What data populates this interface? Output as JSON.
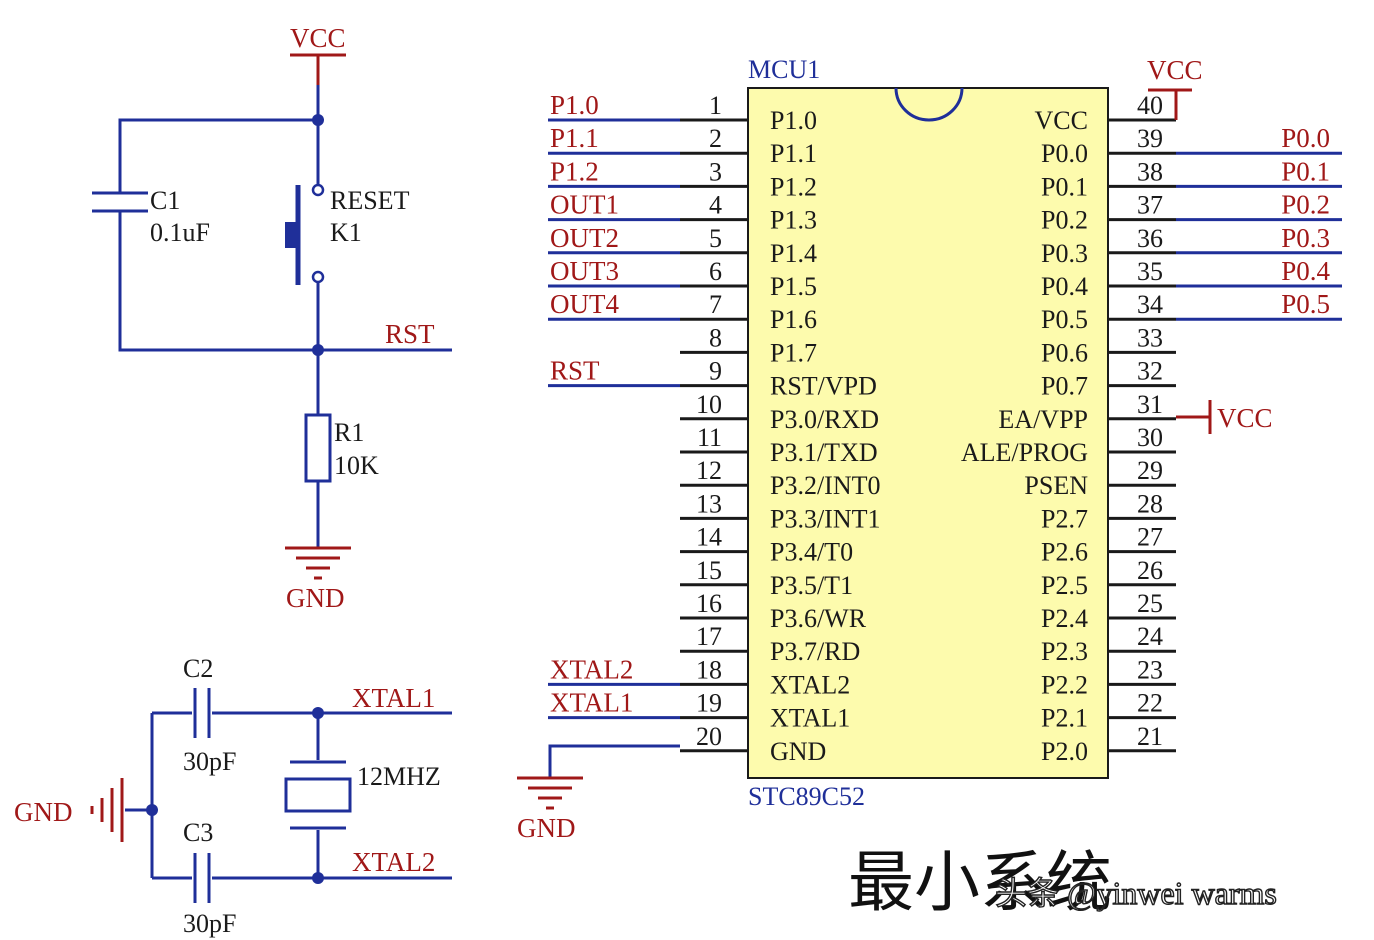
{
  "reset_circuit": {
    "vcc": "VCC",
    "c1_ref": "C1",
    "c1_value": "0.1uF",
    "k1_name": "RESET",
    "k1_ref": "K1",
    "rst_net": "RST",
    "r1_ref": "R1",
    "r1_value": "10K",
    "gnd": "GND"
  },
  "clock_circuit": {
    "c2_ref": "C2",
    "c2_value": "30pF",
    "c3_ref": "C3",
    "c3_value": "30pF",
    "crystal_value": "12MHZ",
    "xtal1_net": "XTAL1",
    "xtal2_net": "XTAL2",
    "gnd": "GND"
  },
  "mcu": {
    "designator": "MCU1",
    "part": "STC89C52",
    "gnd_symbol": "GND",
    "vcc_top": "VCC",
    "vcc_ea": "VCC",
    "left_pins": [
      {
        "num": "1",
        "name": "P1.0",
        "net": "P1.0"
      },
      {
        "num": "2",
        "name": "P1.1",
        "net": "P1.1"
      },
      {
        "num": "3",
        "name": "P1.2",
        "net": "P1.2"
      },
      {
        "num": "4",
        "name": "P1.3",
        "net": "OUT1"
      },
      {
        "num": "5",
        "name": "P1.4",
        "net": "OUT2"
      },
      {
        "num": "6",
        "name": "P1.5",
        "net": "OUT3"
      },
      {
        "num": "7",
        "name": "P1.6",
        "net": "OUT4"
      },
      {
        "num": "8",
        "name": "P1.7",
        "net": ""
      },
      {
        "num": "9",
        "name": "RST/VPD",
        "net": "RST"
      },
      {
        "num": "10",
        "name": "P3.0/RXD",
        "net": ""
      },
      {
        "num": "11",
        "name": "P3.1/TXD",
        "net": ""
      },
      {
        "num": "12",
        "name": "P3.2/INT0",
        "net": ""
      },
      {
        "num": "13",
        "name": "P3.3/INT1",
        "net": ""
      },
      {
        "num": "14",
        "name": "P3.4/T0",
        "net": ""
      },
      {
        "num": "15",
        "name": "P3.5/T1",
        "net": ""
      },
      {
        "num": "16",
        "name": "P3.6/WR",
        "net": ""
      },
      {
        "num": "17",
        "name": "P3.7/RD",
        "net": ""
      },
      {
        "num": "18",
        "name": "XTAL2",
        "net": "XTAL2"
      },
      {
        "num": "19",
        "name": "XTAL1",
        "net": "XTAL1"
      },
      {
        "num": "20",
        "name": "GND",
        "net": ""
      }
    ],
    "right_pins": [
      {
        "num": "40",
        "name": "VCC",
        "net": ""
      },
      {
        "num": "39",
        "name": "P0.0",
        "net": "P0.0"
      },
      {
        "num": "38",
        "name": "P0.1",
        "net": "P0.1"
      },
      {
        "num": "37",
        "name": "P0.2",
        "net": "P0.2"
      },
      {
        "num": "36",
        "name": "P0.3",
        "net": "P0.3"
      },
      {
        "num": "35",
        "name": "P0.4",
        "net": "P0.4"
      },
      {
        "num": "34",
        "name": "P0.5",
        "net": "P0.5"
      },
      {
        "num": "33",
        "name": "P0.6",
        "net": ""
      },
      {
        "num": "32",
        "name": "P0.7",
        "net": ""
      },
      {
        "num": "31",
        "name": "EA/VPP",
        "net": ""
      },
      {
        "num": "30",
        "name": "ALE/PROG",
        "net": ""
      },
      {
        "num": "29",
        "name": "PSEN",
        "net": ""
      },
      {
        "num": "28",
        "name": "P2.7",
        "net": ""
      },
      {
        "num": "27",
        "name": "P2.6",
        "net": ""
      },
      {
        "num": "26",
        "name": "P2.5",
        "net": ""
      },
      {
        "num": "25",
        "name": "P2.4",
        "net": ""
      },
      {
        "num": "24",
        "name": "P2.3",
        "net": ""
      },
      {
        "num": "23",
        "name": "P2.2",
        "net": ""
      },
      {
        "num": "22",
        "name": "P2.1",
        "net": ""
      },
      {
        "num": "21",
        "name": "P2.0",
        "net": ""
      }
    ]
  },
  "caption": "最小系统",
  "watermark": "头条 @yinwei warms",
  "colors": {
    "wire": "#1f2f99",
    "power": "#a01818",
    "chip_fill": "#fdfbad"
  }
}
